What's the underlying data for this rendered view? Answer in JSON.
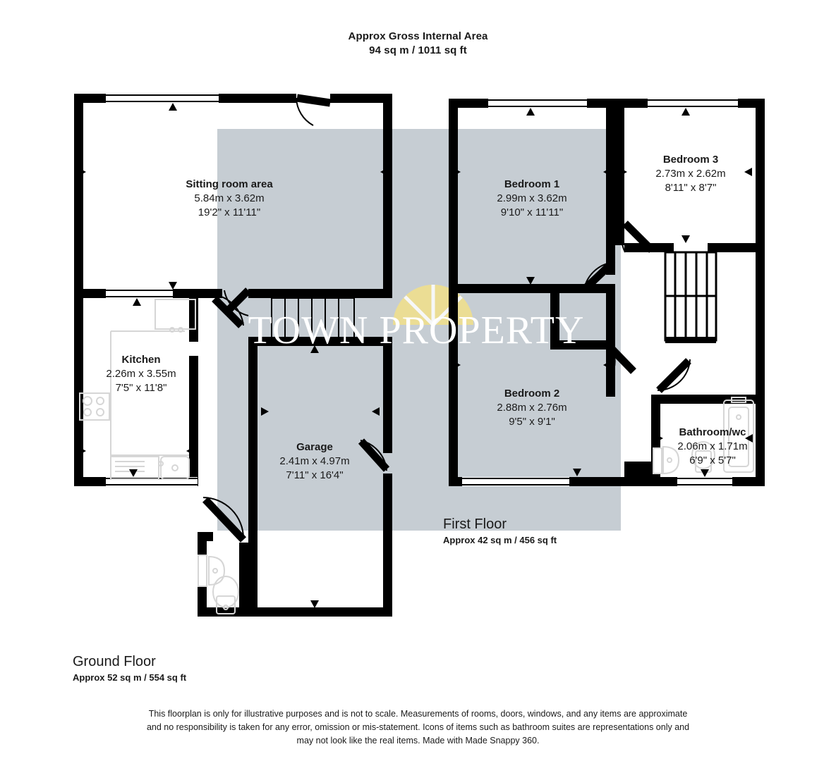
{
  "header": {
    "line1": "Approx Gross Internal Area",
    "line2": "94 sq m / 1011 sq ft"
  },
  "watermark": {
    "text": "TOWN PROPERTY",
    "logo": "sunburst-fan-logo",
    "logo_color": "#f2e08a",
    "text_color": "#ffffff"
  },
  "colors": {
    "wall": "#000000",
    "overlay": "#c6cdd3",
    "fixture_outline": "#d0d0d0",
    "background": "#ffffff",
    "text": "#1a1a1a"
  },
  "floors": [
    {
      "id": "ground-floor",
      "name": "Ground Floor",
      "area": "Approx 52 sq m / 554 sq ft"
    },
    {
      "id": "first-floor",
      "name": "First Floor",
      "area": "Approx 42 sq m / 456 sq ft"
    }
  ],
  "rooms": [
    {
      "id": "sitting-room-area",
      "name": "Sitting room area",
      "metric": "5.84m x 3.62m",
      "imperial": "19'2\" x 11'11\"",
      "floor": "ground-floor"
    },
    {
      "id": "kitchen",
      "name": "Kitchen",
      "metric": "2.26m x 3.55m",
      "imperial": "7'5\" x 11'8\"",
      "floor": "ground-floor"
    },
    {
      "id": "garage",
      "name": "Garage",
      "metric": "2.41m x 4.97m",
      "imperial": "7'11\" x 16'4\"",
      "floor": "ground-floor"
    },
    {
      "id": "bedroom-1",
      "name": "Bedroom 1",
      "metric": "2.99m x 3.62m",
      "imperial": "9'10\" x 11'11\"",
      "floor": "first-floor"
    },
    {
      "id": "bedroom-2",
      "name": "Bedroom 2",
      "metric": "2.88m x 2.76m",
      "imperial": "9'5\" x 9'1\"",
      "floor": "first-floor"
    },
    {
      "id": "bedroom-3",
      "name": "Bedroom 3",
      "metric": "2.73m x 2.62m",
      "imperial": "8'11\" x 8'7\"",
      "floor": "first-floor"
    },
    {
      "id": "bathroom-wc",
      "name": "Bathroom/wc",
      "metric": "2.06m x 1.71m",
      "imperial": "6'9\" x 5'7\"",
      "floor": "first-floor"
    }
  ],
  "fixtures": [
    {
      "id": "kitchen-hob",
      "icon": "hob-icon"
    },
    {
      "id": "kitchen-sink",
      "icon": "sink-icon"
    },
    {
      "id": "wc-basin",
      "icon": "basin-icon"
    },
    {
      "id": "wc-toilet",
      "icon": "toilet-icon"
    },
    {
      "id": "bathroom-bath",
      "icon": "bathtub-icon"
    },
    {
      "id": "bathroom-toilet",
      "icon": "toilet-icon"
    },
    {
      "id": "bathroom-basin",
      "icon": "basin-icon"
    }
  ],
  "disclaimer": {
    "line1": "This floorplan is only for illustrative purposes and is not to scale. Measurements of rooms, doors, windows, and any items are approximate",
    "line2": "and no responsibility is taken for any error, omission or mis-statement. Icons of items such as bathroom suites are representations only and",
    "line3": "may not look like the real items. Made with Made Snappy 360."
  }
}
